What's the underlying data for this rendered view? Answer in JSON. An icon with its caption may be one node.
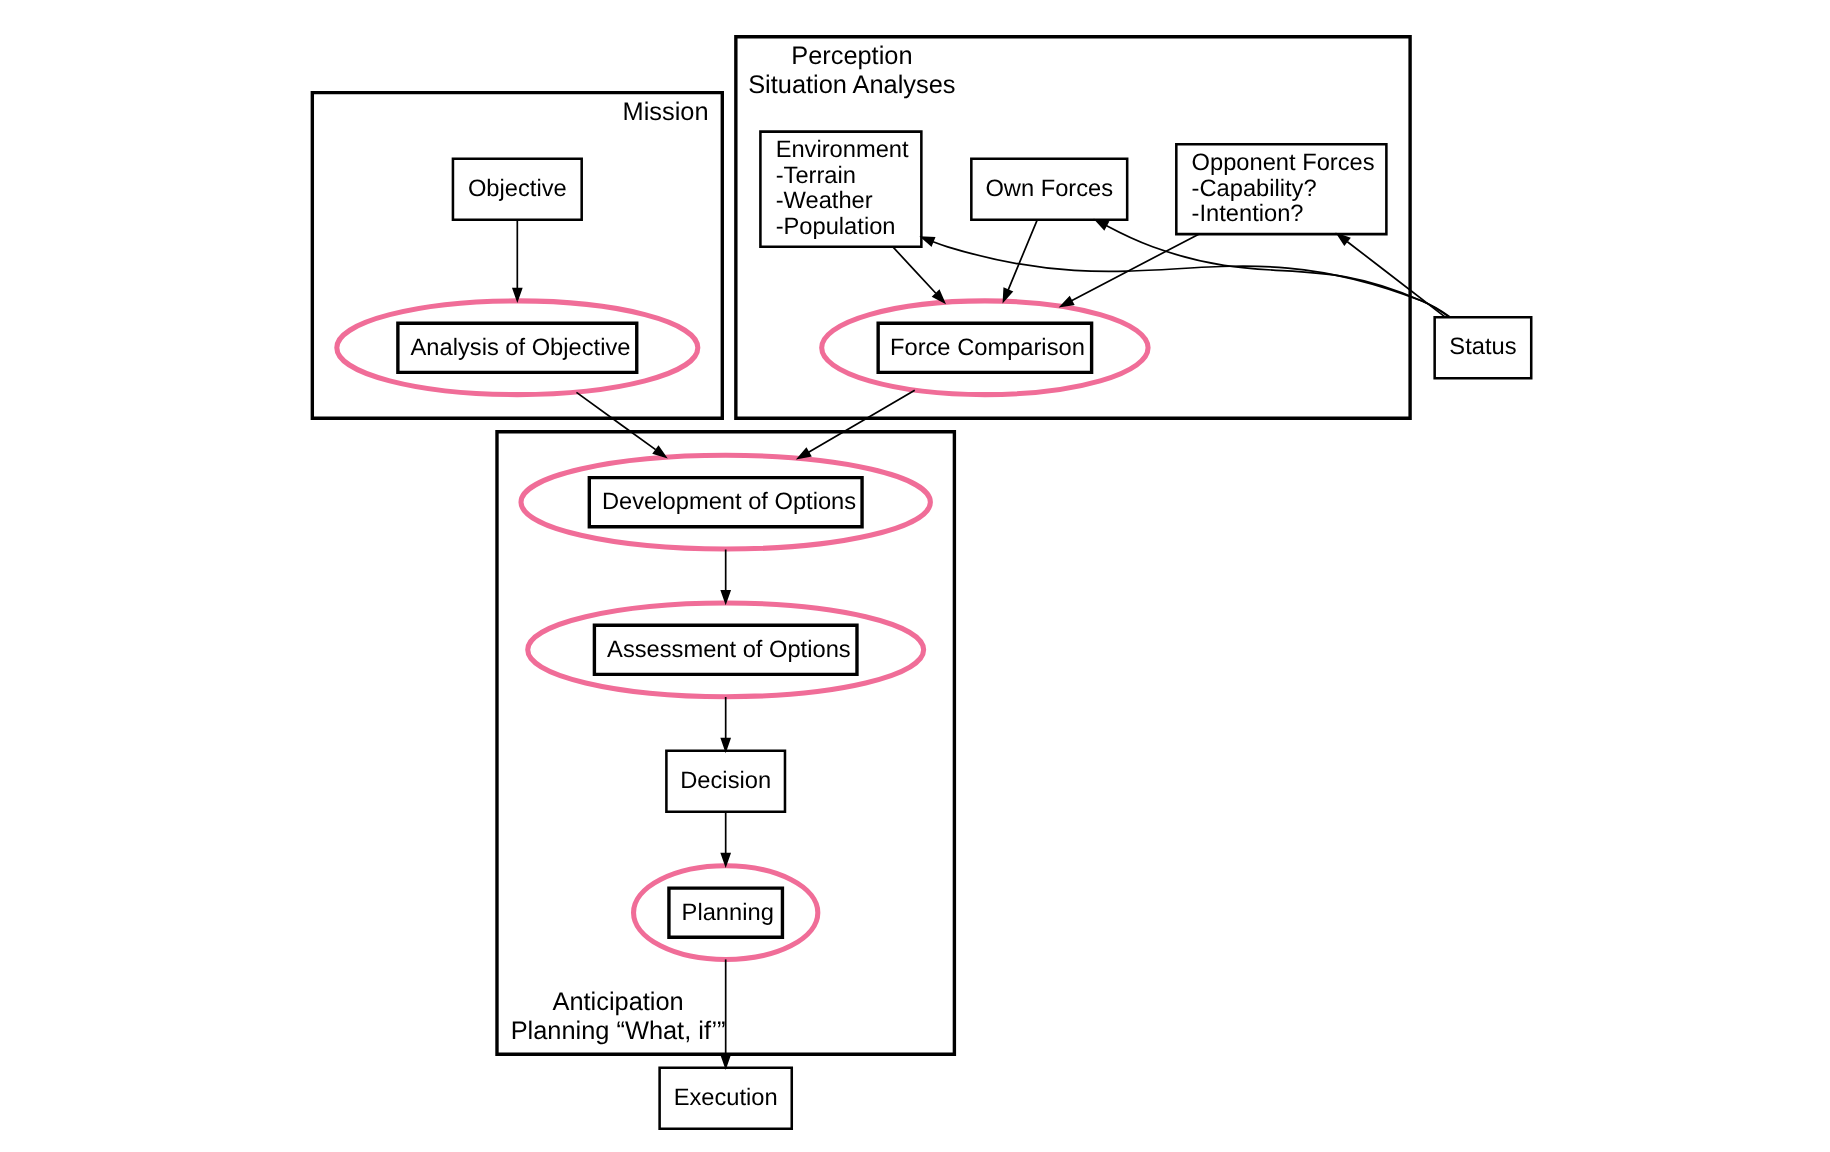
{
  "diagram": {
    "nodes": [
      {
        "text": [
          "Mission"
        ]
      },
      {
        "text": [
          "Objective"
        ],
        "in": 0
      },
      {
        "text": [
          "Analysis of Objective"
        ],
        "in": 0
      },
      {
        "text": [
          "Perception",
          "Situation Analyses"
        ]
      },
      {
        "text": [
          "Force Comparison"
        ],
        "in": 3
      },
      {
        "text": [
          "Own Forces"
        ],
        "in": 3
      },
      {
        "text": [
          "Environment",
          "-Terrain",
          "-Weather",
          "-Population"
        ],
        "in": 3
      },
      {
        "text": [
          "Opponent Forces",
          "-Capability?",
          "-Intention?"
        ],
        "in": 3
      },
      {
        "text": [
          "Status"
        ]
      },
      {
        "text": [
          "Anticipation",
          "Planning “What, if’”"
        ]
      },
      {
        "text": [
          "Development of Options"
        ],
        "in": 9
      },
      {
        "text": [
          "Assessment of Options"
        ],
        "in": 9
      },
      {
        "text": [
          "Decision"
        ],
        "in": 9
      },
      {
        "text": [
          "Planning"
        ],
        "in": 9
      },
      {
        "text": [
          "Execution"
        ]
      }
    ],
    "edges": [
      {
        "from": 1,
        "to": 2,
        "arrow": "to"
      },
      {
        "from": 2,
        "to": 10,
        "arrow": "to"
      },
      {
        "from": 4,
        "to": 10,
        "arrow": "to"
      },
      {
        "from": 5,
        "to": 4,
        "arrow": "to"
      },
      {
        "from": 6,
        "to": 4,
        "arrow": "to"
      },
      {
        "from": 7,
        "to": 4,
        "arrow": "to"
      },
      {
        "from": 8,
        "to": 5,
        "arrow": "to"
      },
      {
        "from": 8,
        "to": 6,
        "arrow": "to"
      },
      {
        "from": 8,
        "to": 7,
        "arrow": "to"
      },
      {
        "from": 10,
        "to": 11,
        "arrow": "to"
      },
      {
        "from": 11,
        "to": 12,
        "arrow": "to"
      },
      {
        "from": 12,
        "to": 13,
        "arrow": "to"
      },
      {
        "from": 13,
        "to": 14,
        "arrow": "to"
      }
    ]
  }
}
